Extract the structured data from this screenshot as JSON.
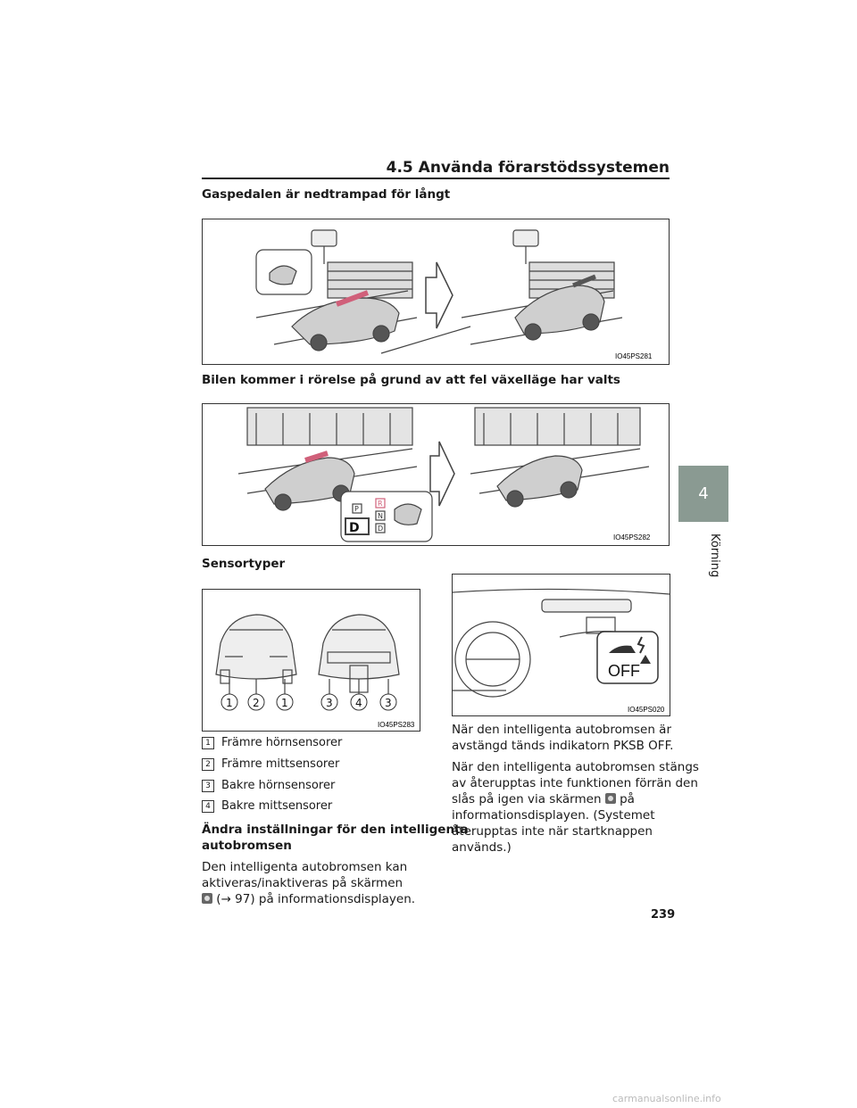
{
  "header": {
    "title": "4.5  Använda förarstödssystemen"
  },
  "side_tab": {
    "number": "4",
    "label": "Körning"
  },
  "section1": {
    "heading": "Gaspedalen är nedtrampad för långt",
    "figure_id": "IO45PS281"
  },
  "section2": {
    "heading": "Bilen kommer i rörelse på grund av att fel växelläge har valts",
    "figure_id": "IO45PS282",
    "gear_letters": [
      "P",
      "R",
      "N",
      "D"
    ],
    "gear_selected": "D"
  },
  "section3": {
    "heading": "Sensortyper",
    "figure_id_left": "IO45PS283",
    "figure_id_right": "IO45PS020",
    "callouts": [
      "1",
      "2",
      "1",
      "3",
      "4",
      "3"
    ],
    "off_label": "OFF"
  },
  "sensor_list": [
    {
      "num": "1",
      "label": "Främre hörnsensorer"
    },
    {
      "num": "2",
      "label": "Främre mittsensorer"
    },
    {
      "num": "3",
      "label": "Bakre hörnsensorer"
    },
    {
      "num": "4",
      "label": "Bakre mittsensorer"
    }
  ],
  "settings": {
    "heading_line1": "Ändra inställningar för den intelligenta",
    "heading_line2": "autobromsen",
    "text_line1": "Den intelligenta autobromsen kan",
    "text_line2": "aktiveras/inaktiveras på skärmen",
    "text_line3": "(→ 97) på informationsdisplayen."
  },
  "right_col": {
    "p1_line1": "När den intelligenta autobromsen är",
    "p1_line2": "avstängd tänds indikatorn PKSB OFF.",
    "p2_line1": "När den intelligenta autobromsen stängs",
    "p2_line2": "av återupptas inte funktionen förrän den",
    "p2_line3a": "slås på igen via skärmen",
    "p2_line3b": "på",
    "p2_line4": "informationsdisplayen. (Systemet",
    "p2_line5": "återupptas inte när startknappen",
    "p2_line6": "används.)"
  },
  "footer": {
    "page_number": "239",
    "watermark": "carmanualsonline.info"
  }
}
